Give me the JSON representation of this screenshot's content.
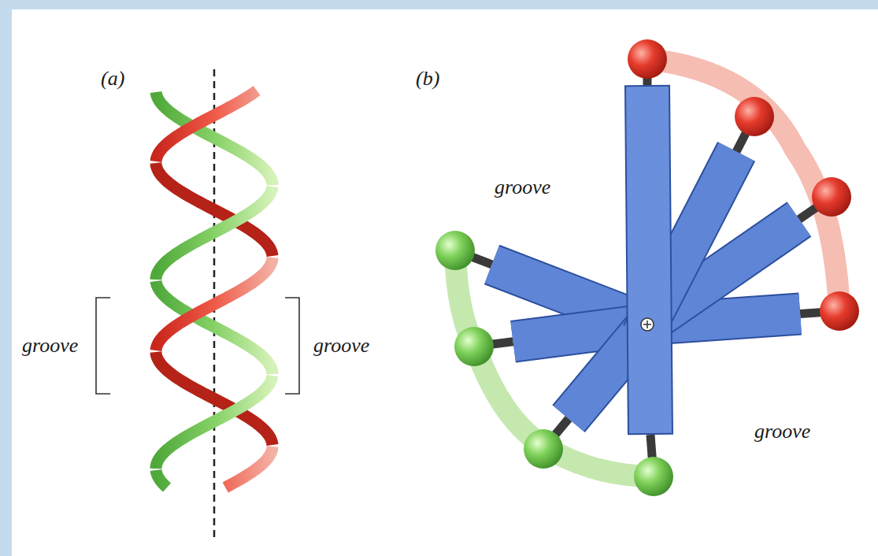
{
  "diagram": {
    "labels": [
      "(a)",
      "(b)",
      "groove",
      "groove",
      "groove",
      "groove"
    ]
  }
}
